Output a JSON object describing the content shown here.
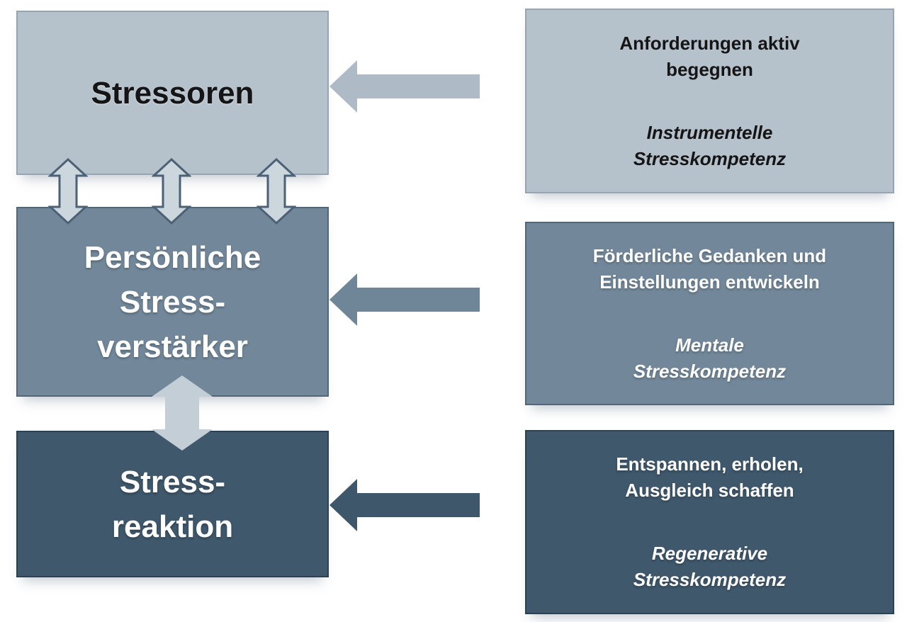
{
  "colors": {
    "light_fill": "#b5c1cb",
    "light_border": "#97a5b2",
    "mid_fill": "#72889a",
    "mid_border": "#516779",
    "dark_fill": "#3f586c",
    "dark_border": "#2c4254",
    "arrow_light": "#aebac6",
    "arrow_mid": "#6e8697",
    "arrow_dark": "#3e576b",
    "connector_fill": "#ccd6dd",
    "connector_stroke": "#4c6175",
    "connector_big_fill": "#c3ced6",
    "text_dark": "#151515",
    "text_light": "#ffffff",
    "background": "#ffffff"
  },
  "levels": [
    {
      "id": "stressoren",
      "lines": [
        "Stressoren"
      ]
    },
    {
      "id": "persoenliche-stressverstaerker",
      "lines": [
        "Persönliche",
        "Stress-",
        "verstärker"
      ]
    },
    {
      "id": "stressreaktion",
      "lines": [
        "Stress-",
        "reaktion"
      ]
    }
  ],
  "competences": [
    {
      "id": "instrumentelle-stresskompetenz",
      "action_lines": [
        "Anforderungen aktiv",
        "begegnen"
      ],
      "competence_lines": [
        "Instrumentelle",
        "Stresskompetenz"
      ]
    },
    {
      "id": "mentale-stresskompetenz",
      "action_lines": [
        "Förderliche Gedanken und",
        "Einstellungen entwickeln"
      ],
      "competence_lines": [
        "Mentale",
        "Stresskompetenz"
      ]
    },
    {
      "id": "regenerative-stresskompetenz",
      "action_lines": [
        "Entspannen, erholen,",
        "Ausgleich schaffen"
      ],
      "competence_lines": [
        "Regenerative",
        "Stresskompetenz"
      ]
    }
  ]
}
